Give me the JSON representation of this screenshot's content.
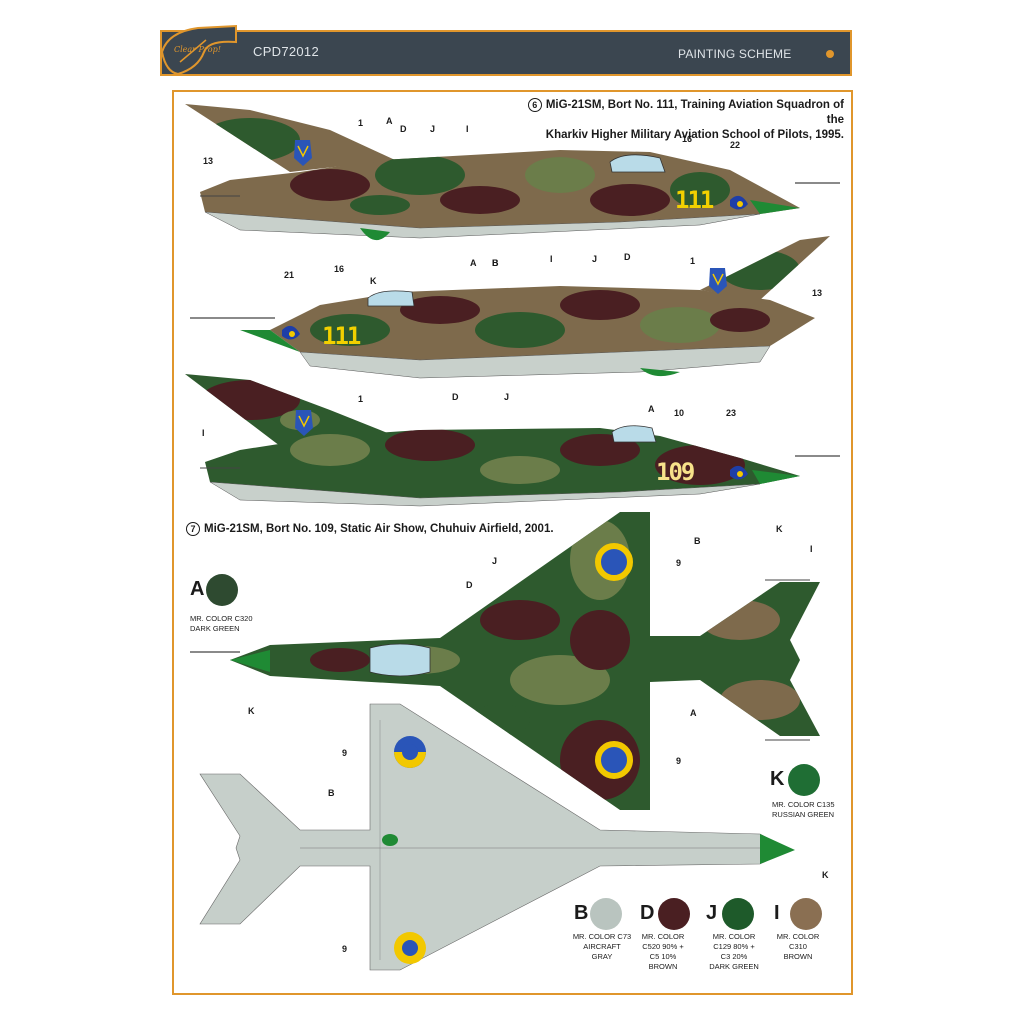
{
  "header": {
    "code": "CPD72012",
    "title": "PAINTING SCHEME",
    "accent": "#e0962c",
    "bar": "#3b4650"
  },
  "schemes": [
    {
      "num": "6",
      "line1": "MiG-21SM, Bort No. 111, Training Aviation Squadron of the",
      "line2": "Kharkiv Higher Military Aviation School of Pilots, 1995."
    },
    {
      "num": "7",
      "line1": "MiG-21SM, Bort No. 109, Static Air Show, Chuhuiv Airfield, 2001."
    }
  ],
  "bort": {
    "a": "111",
    "b": "111",
    "c": "109"
  },
  "callouts": {
    "p1": [
      "1",
      "13",
      "A",
      "D",
      "J",
      "I",
      "16",
      "22",
      "K",
      "B"
    ],
    "p2": [
      "21",
      "16",
      "A",
      "B",
      "I",
      "J",
      "D",
      "1",
      "13"
    ],
    "p3": [
      "I",
      "1",
      "D",
      "J",
      "A",
      "10",
      "23",
      "B",
      "K"
    ],
    "p4": [
      "J",
      "D",
      "I",
      "9",
      "9",
      "A",
      "K"
    ],
    "p5": [
      "9",
      "B",
      "9",
      "K"
    ]
  },
  "colors": [
    {
      "key": "A",
      "text": [
        "MR. COLOR C320",
        "DARK GREEN"
      ],
      "hex": "#2e4a30"
    },
    {
      "key": "K",
      "text": [
        "MR. COLOR C135",
        "RUSSIAN GREEN"
      ],
      "hex": "#1f6e34"
    },
    {
      "key": "B",
      "text": [
        "MR. COLOR C73",
        "AIRCRAFT GRAY"
      ],
      "hex": "#b9c4bf"
    },
    {
      "key": "D",
      "text": [
        "MR. COLOR",
        "C520 90% +",
        "C5 10%",
        "BROWN"
      ],
      "hex": "#4a1f22"
    },
    {
      "key": "J",
      "text": [
        "MR. COLOR",
        "C129 80% +",
        "C3 20%",
        "DARK GREEN"
      ],
      "hex": "#1e5a2a"
    },
    {
      "key": "I",
      "text": [
        "MR. COLOR C310",
        "BROWN"
      ],
      "hex": "#8a6f52"
    }
  ]
}
